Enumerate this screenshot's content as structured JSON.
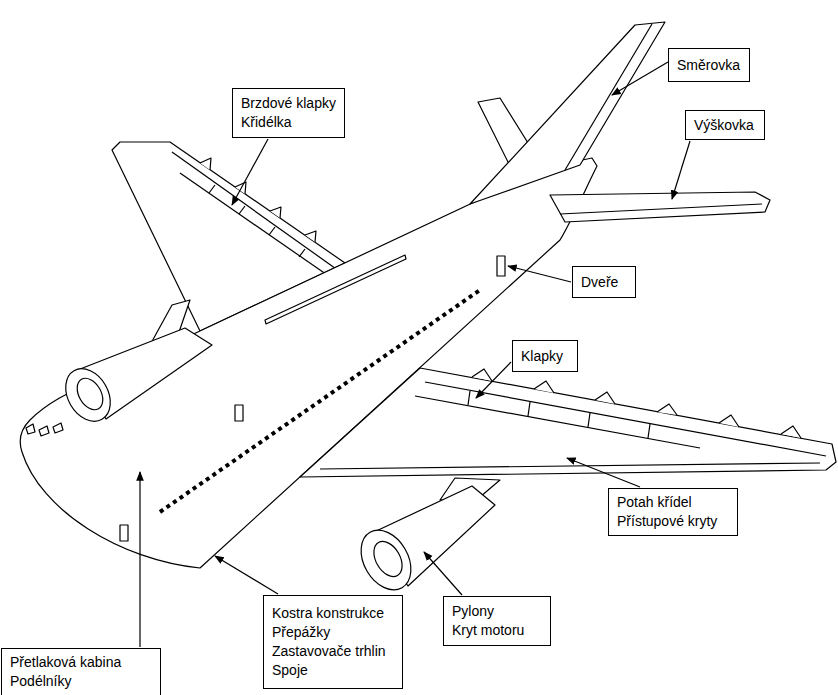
{
  "diagram": {
    "nodes": [
      {
        "text": [
          "Směrovka"
        ]
      },
      {
        "text": [
          "Brzdové klapky",
          "Křidélka"
        ]
      },
      {
        "text": [
          "Výškovka"
        ]
      },
      {
        "text": [
          "Dveře"
        ]
      },
      {
        "text": [
          "Klapky"
        ]
      },
      {
        "text": [
          "Potah křídel",
          "Přístupové kryty"
        ]
      },
      {
        "text": [
          "Kostra konstrukce",
          "Přepážky",
          "Zastavovače trhlin",
          "Spoje"
        ]
      },
      {
        "text": [
          "Pylony",
          "Kryt motoru"
        ]
      },
      {
        "text": [
          "Přetlaková kabina",
          "Podélníky"
        ]
      }
    ]
  }
}
